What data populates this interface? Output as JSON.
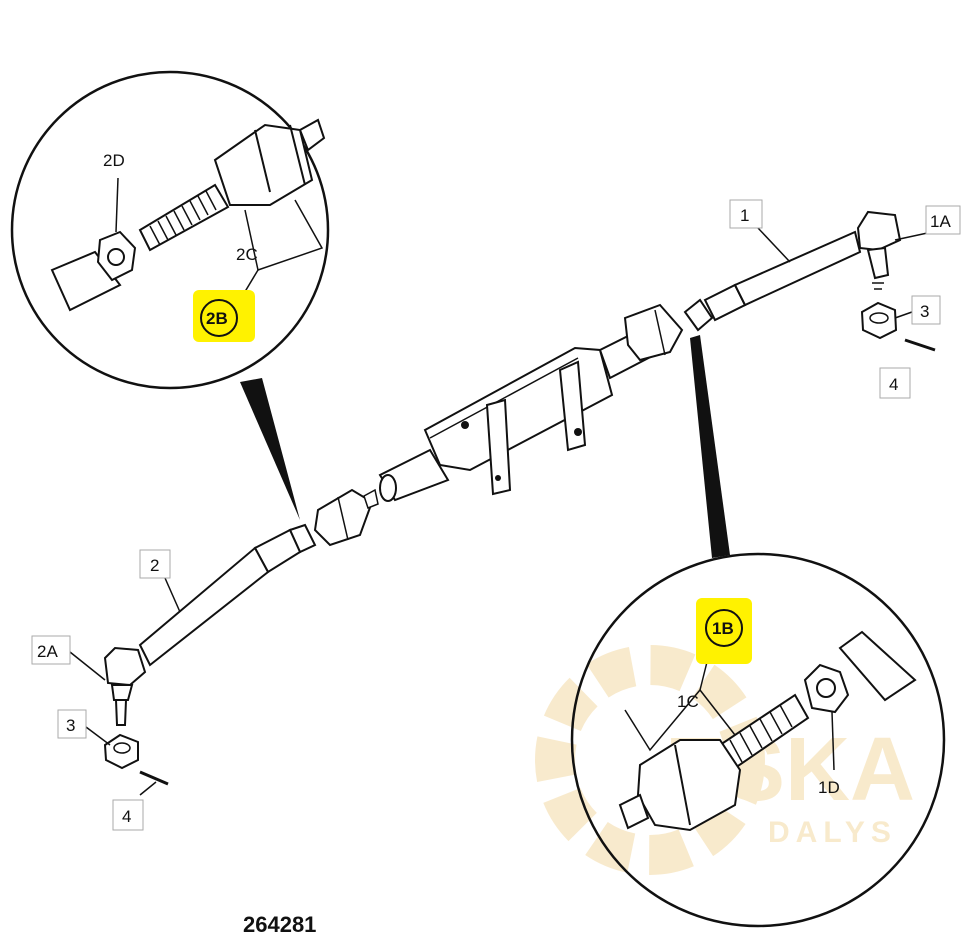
{
  "figure_number": "264281",
  "watermark": {
    "line1": "ESKA",
    "line2": "DALYS",
    "color": "#f3d9a4"
  },
  "highlight_color": "#fff200",
  "callouts": {
    "part_1": "1",
    "part_1A": "1A",
    "part_1B": "1B",
    "part_1C": "1C",
    "part_1D": "1D",
    "part_2": "2",
    "part_2A": "2A",
    "part_2B": "2B",
    "part_2C": "2C",
    "part_2D": "2D",
    "nut_right": "3",
    "pin_right": "4",
    "nut_left": "3",
    "pin_left": "4"
  }
}
